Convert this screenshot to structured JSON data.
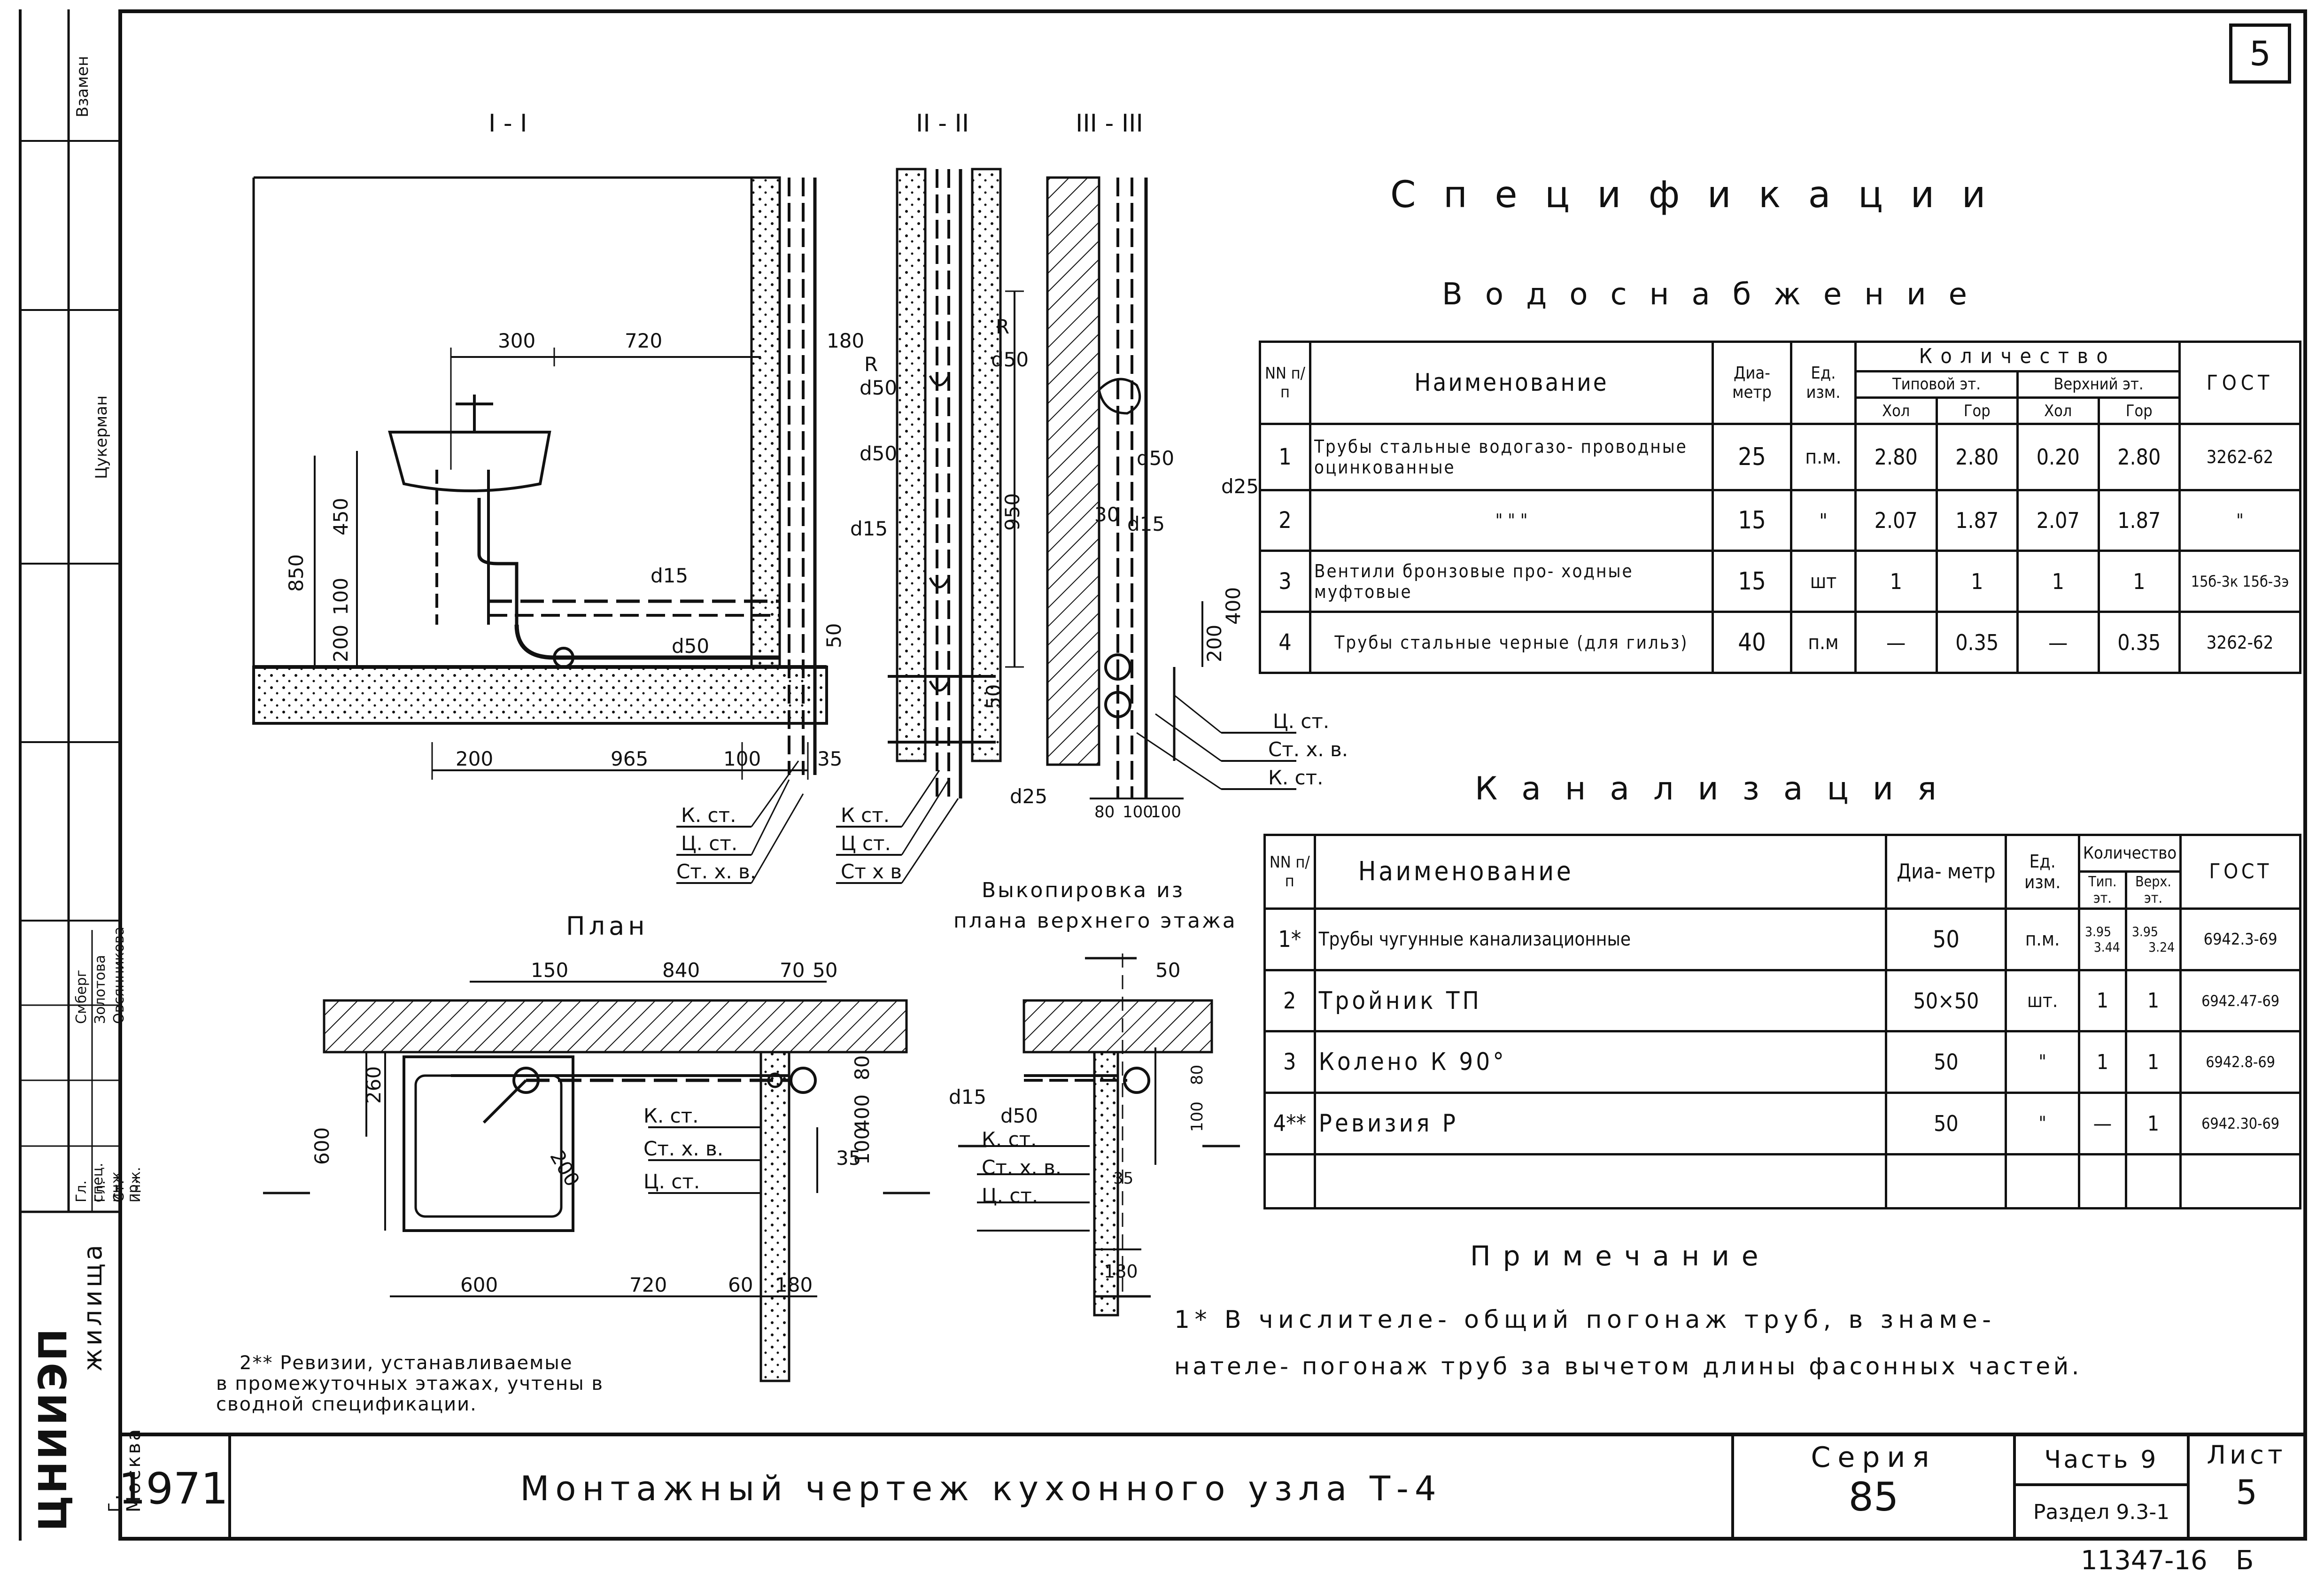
{
  "sheet": {
    "page_number": "5",
    "inventory_number": "11347-16",
    "format_letter": "Б"
  },
  "left_strip": {
    "org": "ЦНИИЭП",
    "org_suffix": "жилища",
    "city": "г. Москва",
    "stamp_labels": [
      "Взамен",
      "Гл. спец.",
      "Гл. инж. пр.",
      "Ст. инж."
    ],
    "names": [
      "Цукерман",
      "Смберг",
      "Золотова",
      "Овсянникова"
    ]
  },
  "sections": {
    "s1": "I - I",
    "s2": "II - II",
    "s3": "III - III",
    "plan": "План",
    "copy_title_1": "Выкопировка из",
    "copy_title_2": "плана верхнего этажа"
  },
  "dims": {
    "d300": "300",
    "d720": "720",
    "d180": "180",
    "d850": "850",
    "d450": "450",
    "d100": "100",
    "d200": "200",
    "d965": "965",
    "d35": "35",
    "d50": "50",
    "d150": "150",
    "d840": "840",
    "d70": "70",
    "d80": "80",
    "d260": "260",
    "d600": "600",
    "d60": "60",
    "d950": "950",
    "d400": "400",
    "dia15": "d15",
    "dia50": "d50",
    "dia25": "d25",
    "rlabel": "R",
    "d30": "30"
  },
  "pipe_labels": {
    "k_st": "К. ст.",
    "ts_st": "Ц. ст.",
    "st_xv": "Ст. х. в.",
    "k_st_b": "К ст.",
    "ts_st_b": "Ц ст.",
    "st_xv_b": "Ст х в"
  },
  "spec": {
    "title": "Спецификации",
    "water_title": "Водоснабжение",
    "water_headers": {
      "nn": "NN п/п",
      "name": "Наименование",
      "dia": "Диа- метр",
      "unit": "Ед. изм.",
      "qty": "Количество",
      "typ": "Типовой эт.",
      "top": "Верхний эт.",
      "cold": "Хол",
      "hot": "Гор",
      "gost": "ГОСТ"
    },
    "water_rows": [
      {
        "n": "1",
        "name": "Трубы стальные водогазо- проводные оцинкованные",
        "dia": "25",
        "unit": "п.м.",
        "c1": "2.80",
        "c2": "2.80",
        "c3": "0.20",
        "c4": "2.80",
        "gost": "3262-62"
      },
      {
        "n": "2",
        "name": "\"        \"        \"",
        "dia": "15",
        "unit": "\"",
        "c1": "2.07",
        "c2": "1.87",
        "c3": "2.07",
        "c4": "1.87",
        "gost": "\""
      },
      {
        "n": "3",
        "name": "Вентили бронзовые про- ходные муфтовые",
        "dia": "15",
        "unit": "шт",
        "c1": "1",
        "c2": "1",
        "c3": "1",
        "c4": "1",
        "gost": "15б-3к 15б-3э"
      },
      {
        "n": "4",
        "name": "Трубы стальные черные (для гильз)",
        "dia": "40",
        "unit": "п.м",
        "c1": "—",
        "c2": "0.35",
        "c3": "—",
        "c4": "0.35",
        "gost": "3262-62"
      }
    ],
    "sewer_title": "Канализация",
    "sewer_headers": {
      "nn": "NN п/п",
      "name": "Наименование",
      "dia": "Диа- метр",
      "unit": "Ед. изм.",
      "qty": "Количество",
      "typ": "Тип. эт.",
      "top": "Верх. эт.",
      "gost": "ГОСТ"
    },
    "sewer_rows": [
      {
        "n": "1*",
        "name": "Трубы чугунные канализационные",
        "dia": "50",
        "unit": "п.м.",
        "t_num": "3.95",
        "t_den": "3.44",
        "v_num": "3.95",
        "v_den": "3.24",
        "gost": "6942.3-69"
      },
      {
        "n": "2",
        "name": "Тройник ТП",
        "dia": "50×50",
        "unit": "шт.",
        "t": "1",
        "v": "1",
        "gost": "6942.47-69"
      },
      {
        "n": "3",
        "name": "Колено К 90°",
        "dia": "50",
        "unit": "\"",
        "t": "1",
        "v": "1",
        "gost": "6942.8-69"
      },
      {
        "n": "4**",
        "name": "Ревизия Р",
        "dia": "50",
        "unit": "\"",
        "t": "—",
        "v": "1",
        "gost": "6942.30-69"
      }
    ]
  },
  "notes": {
    "title": "Примечание",
    "note1_line1": "1* В числителе- общий погонаж труб, в знаме-",
    "note1_line2": "нателе- погонаж труб за вычетом длины фасонных частей.",
    "note2_line1": "2** Ревизии, устанавливаемые",
    "note2_line2": "в промежуточных этажах, учтены в",
    "note2_line3": "сводной спецификации."
  },
  "title_block": {
    "year": "1971",
    "title": "Монтажный чертеж кухонного узла Т-4",
    "series_label": "Серия",
    "series": "85",
    "part": "Часть 9",
    "section": "Раздел 9.3-1",
    "sheet_label": "Лист",
    "sheet": "5"
  }
}
